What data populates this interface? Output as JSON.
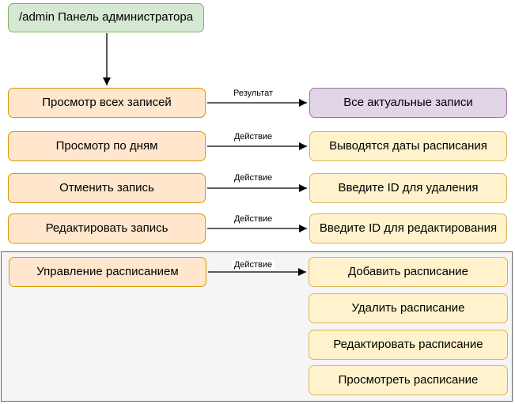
{
  "diagram": {
    "admin_node": {
      "label": "/admin Панель администратора"
    },
    "rows": [
      {
        "source": "Просмотр всех записей",
        "edge_label": "Результат",
        "target": "Все актуальные записи"
      },
      {
        "source": "Просмотр по дням",
        "edge_label": "Действие",
        "target": "Выводятся даты расписания"
      },
      {
        "source": "Отменить запись",
        "edge_label": "Действие",
        "target": "Введите ID для удаления"
      },
      {
        "source": "Редактировать запись",
        "edge_label": "Действие",
        "target": "Введите ID для редактирования"
      }
    ],
    "group": {
      "source": "Управление расписанием",
      "edge_label": "Действие",
      "targets": [
        "Добавить расписание",
        "Удалить расписание",
        "Редактировать расписание",
        "Просмотреть расписание"
      ]
    },
    "colors": {
      "green_fill": "#d5e8d4",
      "green_stroke": "#82b366",
      "orange_fill": "#ffe6cc",
      "orange_stroke": "#d79b00",
      "yellow_fill": "#fff2cc",
      "yellow_stroke": "#d6b656",
      "purple_fill": "#e1d5e7",
      "purple_stroke": "#9673a6",
      "group_fill": "#f5f5f5",
      "group_stroke": "#666666",
      "edge_color": "#000000",
      "text_color": "#000000",
      "label_bg": "#ffffff"
    }
  }
}
